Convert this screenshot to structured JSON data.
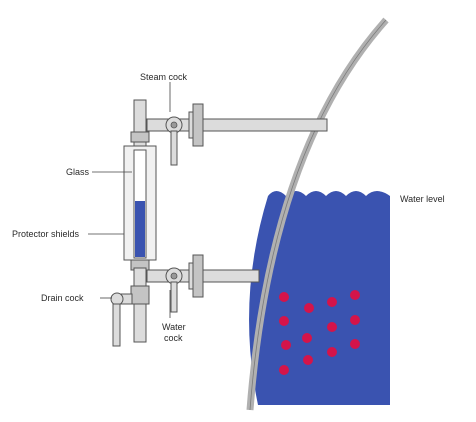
{
  "labels": {
    "steam_cock": "Steam cock",
    "glass": "Glass",
    "protector_shields": "Protector shields",
    "drain_cock": "Drain cock",
    "water_cock_line1": "Water",
    "water_cock_line2": "cock",
    "water_level": "Water level"
  },
  "colors": {
    "water": "#3a53b0",
    "water_in_glass": "#3a53b0",
    "bubble": "#d4144a",
    "shell": "#b0b0b0",
    "metal": "#dcdcdc",
    "outline": "#555555"
  },
  "icons": {
    "steam_handle": "valve-handle-icon",
    "water_handle": "valve-handle-icon",
    "drain_handle": "valve-handle-icon"
  }
}
